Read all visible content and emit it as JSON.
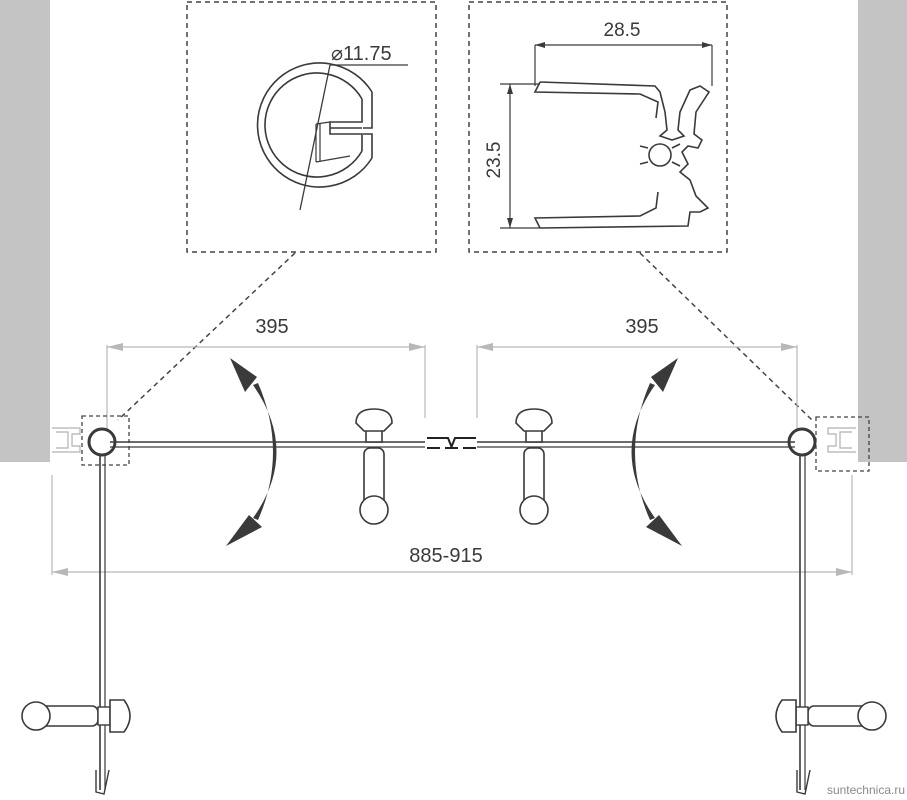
{
  "dimensions": {
    "tube_diameter": "⌀11.75",
    "profile_width": "28.5",
    "profile_height": "23.5",
    "left_door_width": "395",
    "right_door_width": "395",
    "opening_range": "885-915"
  },
  "watermark": "suntechnica.ru",
  "colors": {
    "wall": "#c4c4c4",
    "stroke": "#3a3a3a",
    "dimension_line": "#b8b8b8",
    "dashed": "#444444"
  }
}
